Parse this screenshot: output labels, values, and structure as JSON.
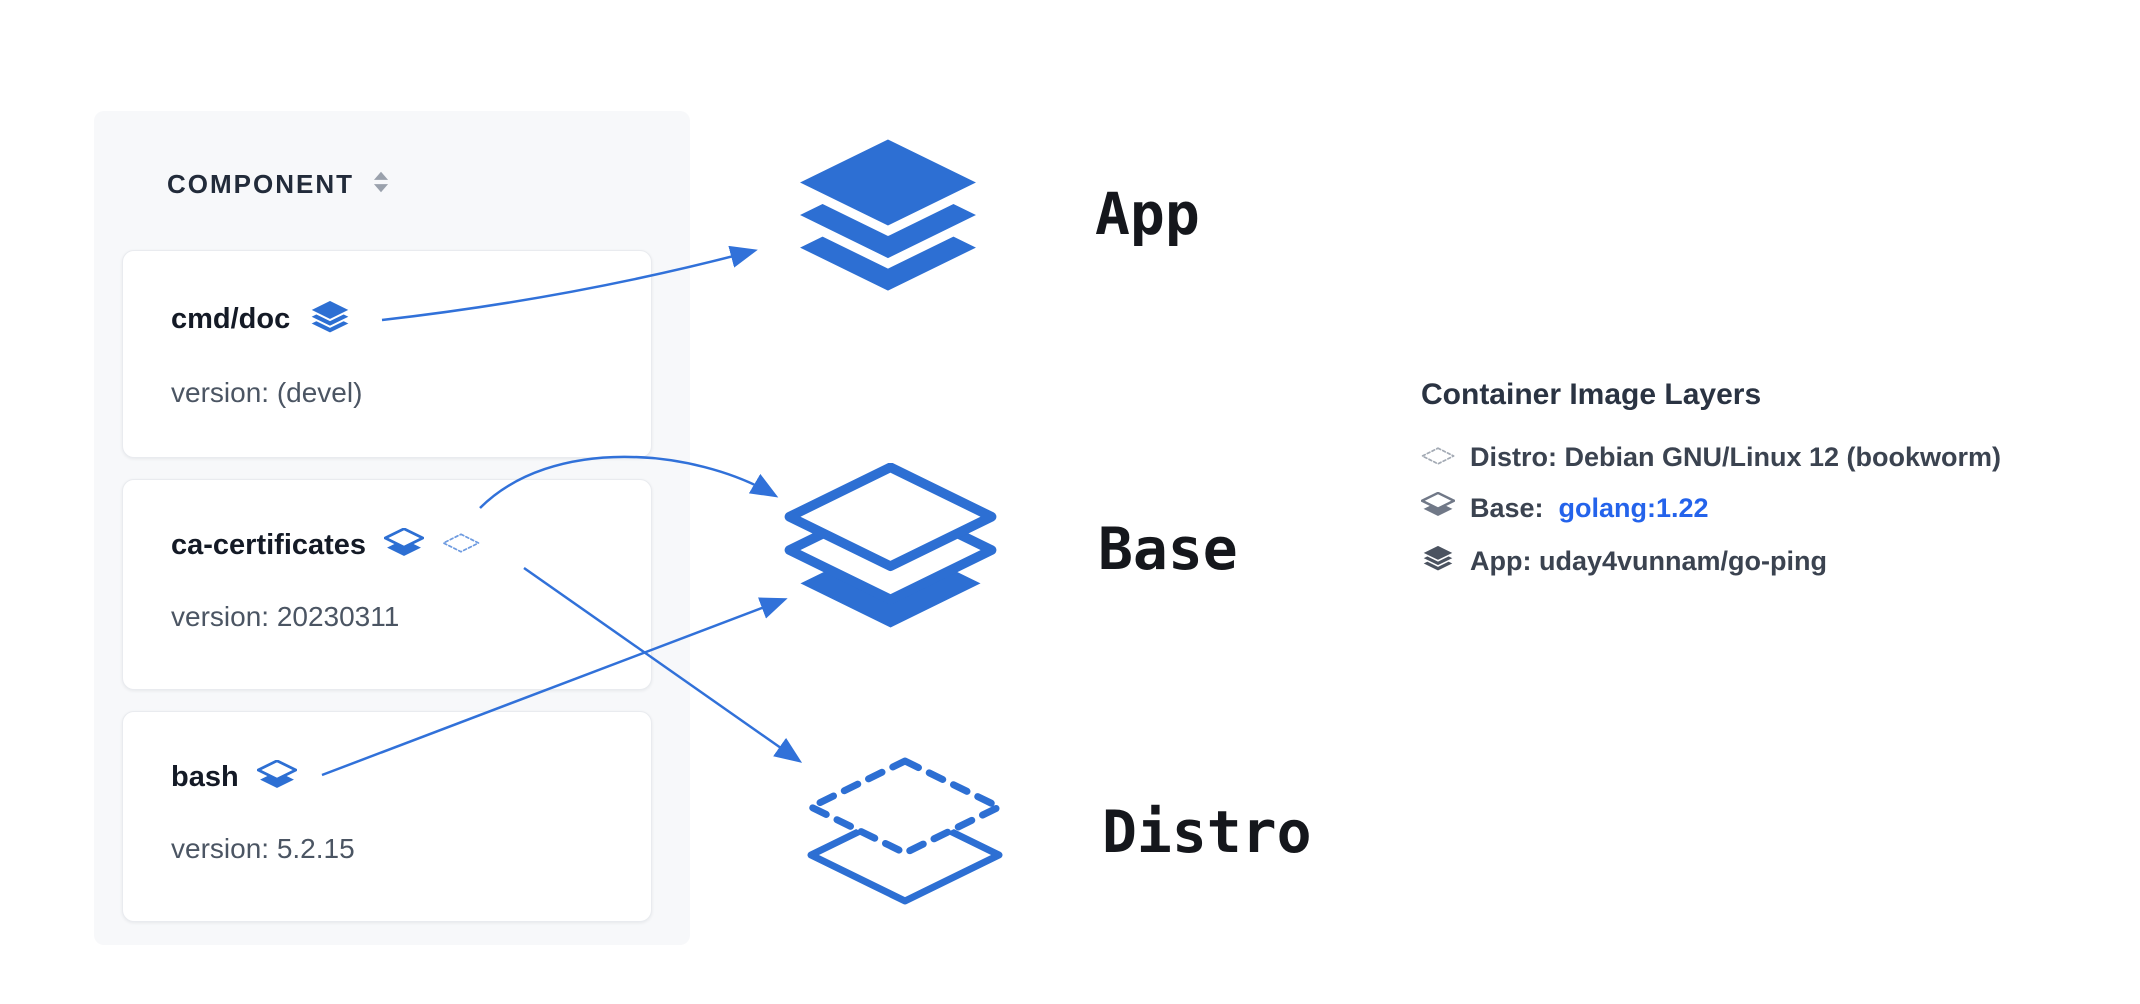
{
  "colors": {
    "accent_blue": "#2d6fd3",
    "arrow_blue": "#3171d9",
    "link_blue": "#2463eb",
    "legend_gray": "#6b7280",
    "panel_bg": "#f7f8fa"
  },
  "icons": {
    "sort_icon": "double-triangle-up-down",
    "app_layers_icon": "three-stacked-layers-filled",
    "base_layers_icon": "stacked-layers-top-outline-bottom-filled",
    "distro_layers_icon": "dashed-diamond-outline"
  },
  "component_table": {
    "header": "COMPONENT",
    "rows": [
      {
        "name": "cmd/doc",
        "version": "version: (devel)"
      },
      {
        "name": "ca-certificates",
        "version": "version: 20230311"
      },
      {
        "name": "bash",
        "version": "version: 5.2.15"
      }
    ]
  },
  "stacks": [
    {
      "label": "App"
    },
    {
      "label": "Base"
    },
    {
      "label": "Distro"
    }
  ],
  "legend": {
    "title": "Container Image Layers",
    "items": [
      {
        "text": "Distro: Debian GNU/Linux 12 (bookworm)"
      },
      {
        "prefix": "Base: ",
        "link": "golang:1.22"
      },
      {
        "text": "App: uday4vunnam/go-ping"
      }
    ]
  }
}
